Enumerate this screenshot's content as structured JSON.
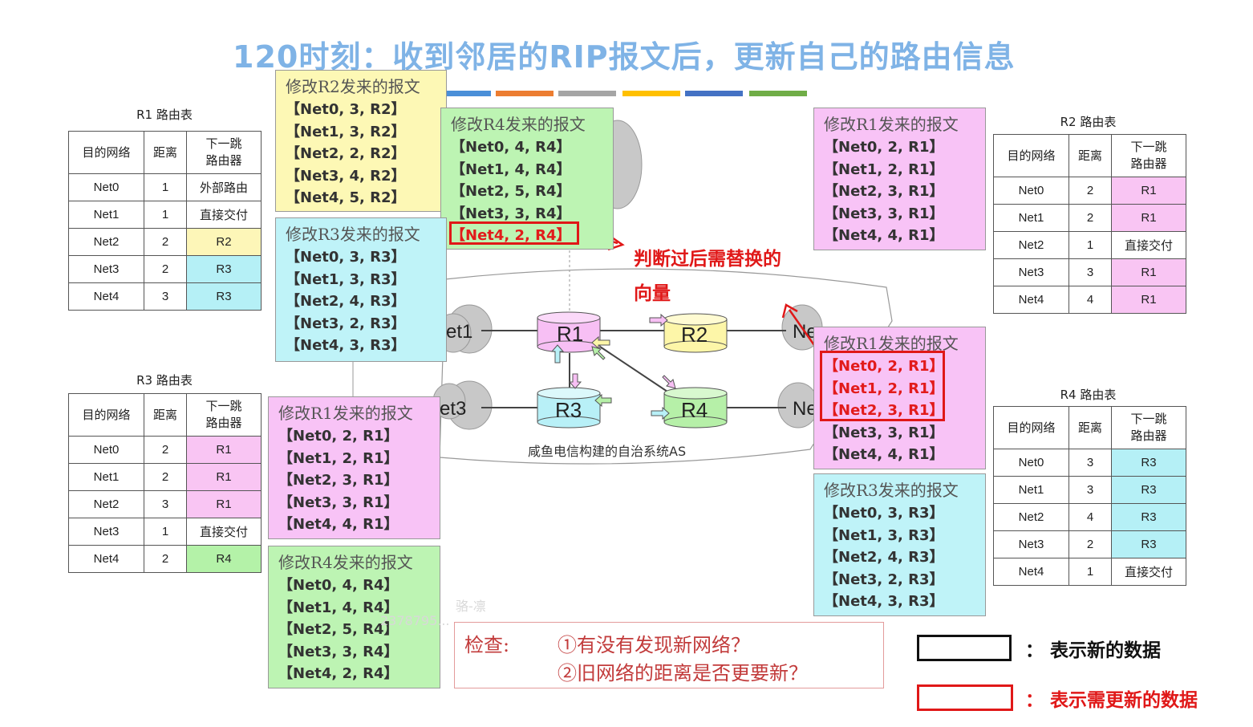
{
  "title": "120时刻：收到邻居的RIP报文后，更新自己的路由信息",
  "colors": {
    "pink": "#f8c3f6",
    "cyan": "#bff3f8",
    "yellow": "#fdf8b5",
    "green": "#bdf4b3",
    "red": "#e01818",
    "title": "#7fb3e6"
  },
  "header": {
    "dest": "目的网络",
    "dist": "距离",
    "next_line1": "下一跳",
    "next_line2": "路由器"
  },
  "tables": {
    "r1": {
      "caption": "R1 路由表",
      "rows": [
        {
          "net": "Net0",
          "dist": "1",
          "next": "外部路由",
          "color": ""
        },
        {
          "net": "Net1",
          "dist": "1",
          "next": "直接交付",
          "color": ""
        },
        {
          "net": "Net2",
          "dist": "2",
          "next": "R2",
          "color": "yellow"
        },
        {
          "net": "Net3",
          "dist": "2",
          "next": "R3",
          "color": "cyan"
        },
        {
          "net": "Net4",
          "dist": "3",
          "next": "R3",
          "color": "cyan"
        }
      ]
    },
    "r2": {
      "caption": "R2 路由表",
      "rows": [
        {
          "net": "Net0",
          "dist": "2",
          "next": "R1",
          "color": "pink"
        },
        {
          "net": "Net1",
          "dist": "2",
          "next": "R1",
          "color": "pink"
        },
        {
          "net": "Net2",
          "dist": "1",
          "next": "直接交付",
          "color": ""
        },
        {
          "net": "Net3",
          "dist": "3",
          "next": "R1",
          "color": "pink"
        },
        {
          "net": "Net4",
          "dist": "4",
          "next": "R1",
          "color": "pink"
        }
      ]
    },
    "r3": {
      "caption": "R3 路由表",
      "rows": [
        {
          "net": "Net0",
          "dist": "2",
          "next": "R1",
          "color": "pink"
        },
        {
          "net": "Net1",
          "dist": "2",
          "next": "R1",
          "color": "pink"
        },
        {
          "net": "Net2",
          "dist": "3",
          "next": "R1",
          "color": "pink"
        },
        {
          "net": "Net3",
          "dist": "1",
          "next": "直接交付",
          "color": ""
        },
        {
          "net": "Net4",
          "dist": "2",
          "next": "R4",
          "color": "green"
        }
      ]
    },
    "r4": {
      "caption": "R4 路由表",
      "rows": [
        {
          "net": "Net0",
          "dist": "3",
          "next": "R3",
          "color": "cyan"
        },
        {
          "net": "Net1",
          "dist": "3",
          "next": "R3",
          "color": "cyan"
        },
        {
          "net": "Net2",
          "dist": "4",
          "next": "R3",
          "color": "cyan"
        },
        {
          "net": "Net3",
          "dist": "2",
          "next": "R3",
          "color": "cyan"
        },
        {
          "net": "Net4",
          "dist": "1",
          "next": "直接交付",
          "color": ""
        }
      ]
    }
  },
  "messages": {
    "r2_to_r1": {
      "title": "修改R2发来的报文",
      "rows": [
        "【Net0, 3, R2】",
        "【Net1, 3, R2】",
        "【Net2, 2, R2】",
        "【Net3, 4, R2】",
        "【Net4, 5, R2】"
      ]
    },
    "r4_to_r1": {
      "title": "修改R4发来的报文",
      "rows": [
        "【Net0, 4, R4】",
        "【Net1, 4, R4】",
        "【Net2, 5, R4】",
        "【Net3, 3, R4】",
        "【Net4, 2, R4】"
      ]
    },
    "r3_to_r1": {
      "title": "修改R3发来的报文",
      "rows": [
        "【Net0, 3, R3】",
        "【Net1, 3, R3】",
        "【Net2, 4, R3】",
        "【Net3, 2, R3】",
        "【Net4, 3, R3】"
      ]
    },
    "r1_to_r2": {
      "title": "修改R1发来的报文",
      "rows": [
        "【Net0, 2, R1】",
        "【Net1, 2, R1】",
        "【Net2, 3, R1】",
        "【Net3, 3, R1】",
        "【Net4, 4, R1】"
      ]
    },
    "r1_to_r3": {
      "title": "修改R1发来的报文",
      "rows": [
        "【Net0, 2, R1】",
        "【Net1, 2, R1】",
        "【Net2, 3, R1】",
        "【Net3, 3, R1】",
        "【Net4, 4, R1】"
      ]
    },
    "r4_to_r3": {
      "title": "修改R4发来的报文",
      "rows": [
        "【Net0, 4, R4】",
        "【Net1, 4, R4】",
        "【Net2, 5, R4】",
        "【Net3, 3, R4】",
        "【Net4, 2, R4】"
      ]
    },
    "r1_to_r4": {
      "title": "修改R1发来的报文",
      "rows": [
        "【Net0, 2, R1】",
        "【Net1, 2, R1】",
        "【Net2, 3, R1】",
        "【Net3, 3, R1】",
        "【Net4, 4, R1】"
      ]
    },
    "r3_to_r4": {
      "title": "修改R3发来的报文",
      "rows": [
        "【Net0, 3, R3】",
        "【Net1, 3, R3】",
        "【Net2, 4, R3】",
        "【Net3, 2, R3】",
        "【Net4, 3, R3】"
      ]
    }
  },
  "note": {
    "line1": "判断过后需替换的",
    "line2": "向量"
  },
  "network": {
    "routers": [
      "R1",
      "R2",
      "R3",
      "R4"
    ],
    "net_left_top": "et1",
    "net_left_bottom": "et3",
    "net_right_top": "Ne",
    "net_right_bottom": "Ne",
    "as_label": "咸鱼电信构建的自治系统AS"
  },
  "check": {
    "label": "检查:",
    "q1": "①有没有发现新网络？",
    "q2": "②旧网络的距离是否更要新？"
  },
  "legend": {
    "new_data": "：  表示新的数据",
    "update_data": "：  表示需更新的数据"
  },
  "watermark": {
    "line1": "骆-凛",
    "line2": "2378795..."
  }
}
